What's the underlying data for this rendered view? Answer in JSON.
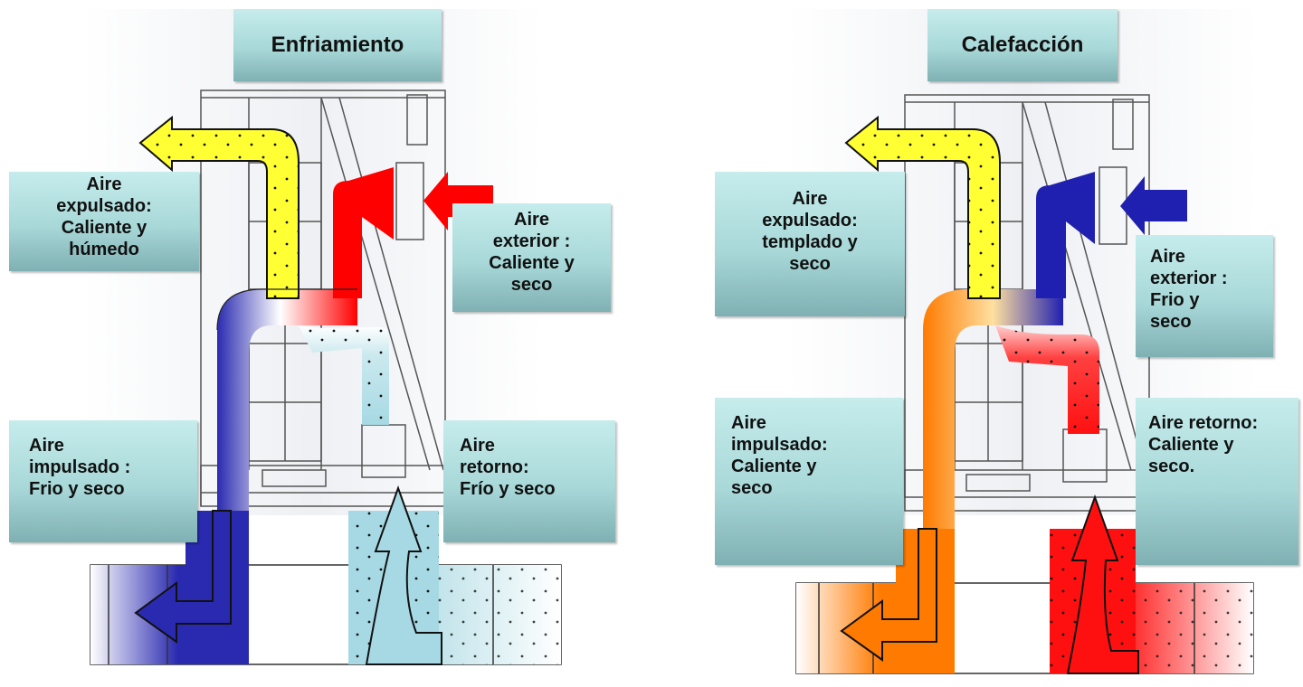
{
  "panels": [
    {
      "title": "Enfriamiento",
      "exhaust_label": "Aire\nexpulsado:\nCaliente y\nhúmedo",
      "outdoor_label": "Aire\nexterior :\nCaliente y\nseco",
      "supply_label": "Aire\nimpulsado :\nFrio y seco",
      "return_label": "Aire\nretorno:\nFrío y seco",
      "colors": {
        "exhaust": "#ffff33",
        "outdoor": "#ff0000",
        "supply": "#2a2ab0",
        "return": "#a6d9e3",
        "floor_supply": "#2a2ab0",
        "floor_return": "#a6d9e3"
      }
    },
    {
      "title": "Calefacción",
      "exhaust_label": "Aire\nexpulsado:\ntemplado y\nseco",
      "outdoor_label": "Aire\nexterior :\nFrio y\nseco",
      "supply_label": "Aire\nimpulsado:\nCaliente y\nseco",
      "return_label": "Aire retorno:\nCaliente y\nseco.",
      "colors": {
        "exhaust": "#ffff33",
        "outdoor": "#2020b0",
        "supply": "#ff7a00",
        "return": "#ff1010",
        "floor_supply": "#ff7a00",
        "floor_return": "#ff1010"
      }
    }
  ]
}
